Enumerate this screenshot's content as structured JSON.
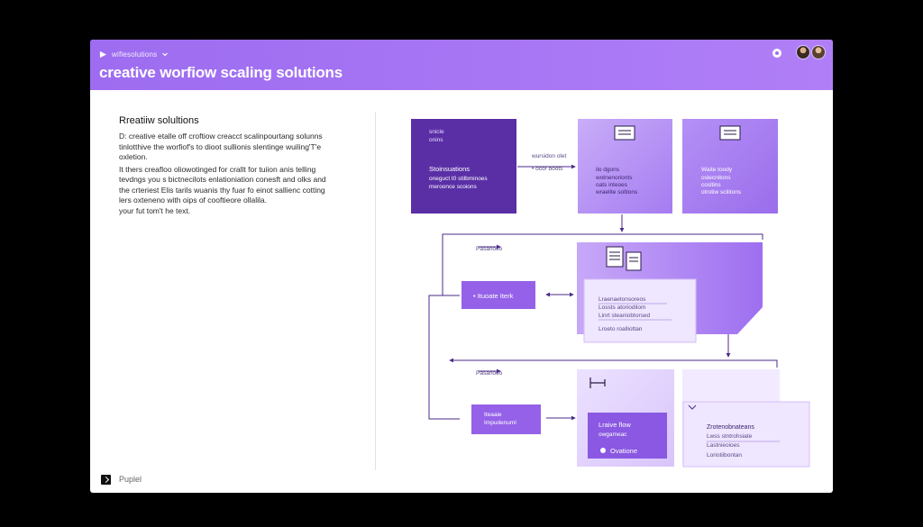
{
  "header": {
    "app_name": "wifiesolutions",
    "title": "creative worfiow scaling solutions"
  },
  "left_panel": {
    "heading": "Rreatiiw solultions",
    "lines": [
      "D: creative etalle off croftiow creacct scalinpourtang solunns",
      "tinlotthive the worfiof's to dioot sullionis slentinge wuiling'T'e",
      "oxletion.",
      "It thers creafloo oliowotinged for crallt for tuiion anis telling",
      "tevdngs you s bictnecilots enlationiation conesft and olks and",
      "the crteriest Elis tarils wuanis thy fuar fo einot sallienc cotting",
      "lers oxteneno with oips of cooftieore ollalila.",
      "your fut tom't he text."
    ]
  },
  "footer": {
    "label": "Puplel"
  },
  "diagram": {
    "box1": {
      "line1": "snicle",
      "line2": "onins",
      "line3": "Stoinsuations",
      "line4": "oneguct t0 stilbminoes",
      "line5": "meroonce scoions"
    },
    "arrow1": {
      "line1": "wursidon olet",
      "line2": "• ocor boots"
    },
    "box2": {
      "line1": "ilo dgons",
      "line2": "wotnenorionts",
      "line3": "oats inteoes",
      "line4": "wraelite soltions"
    },
    "box3": {
      "line1": "Waite toody",
      "line2": "oslecnitons",
      "line3": "cosltins",
      "line4": "otrotiw scliitons"
    },
    "label1": "Pasanoeo",
    "button1": "• Ituoate Iterk",
    "card1": {
      "lines": [
        "Lraenaetonsoreos",
        "Lossts atoriodilom",
        "Linrt steaniobtorsed",
        "Lroeto roalliottan"
      ]
    },
    "label2": "Pasanoeo",
    "button2": {
      "line1": "Iteaaie",
      "line2": "Impudenuml"
    },
    "box4": {
      "line1": "Lraive flow",
      "line2": "owgameac",
      "line3": "Ovatione"
    },
    "card2": {
      "line1": "Zrotenobnateans",
      "lines": [
        "Lwss stntrohsiate",
        "Lastnieoioes",
        "Loriotiibontan"
      ]
    }
  },
  "colors": {
    "header": "#a474f4",
    "dark_purple": "#5a2fa6",
    "mid_purple": "#9561e8",
    "light_purple": "#c9acf8",
    "arrow": "#4b2a8a"
  },
  "icons": {
    "app_logo": "app-logo-icon",
    "chevron": "chevron-down-icon",
    "notification": "notification-dot-icon",
    "document": "document-icon",
    "footer": "terminal-icon"
  }
}
